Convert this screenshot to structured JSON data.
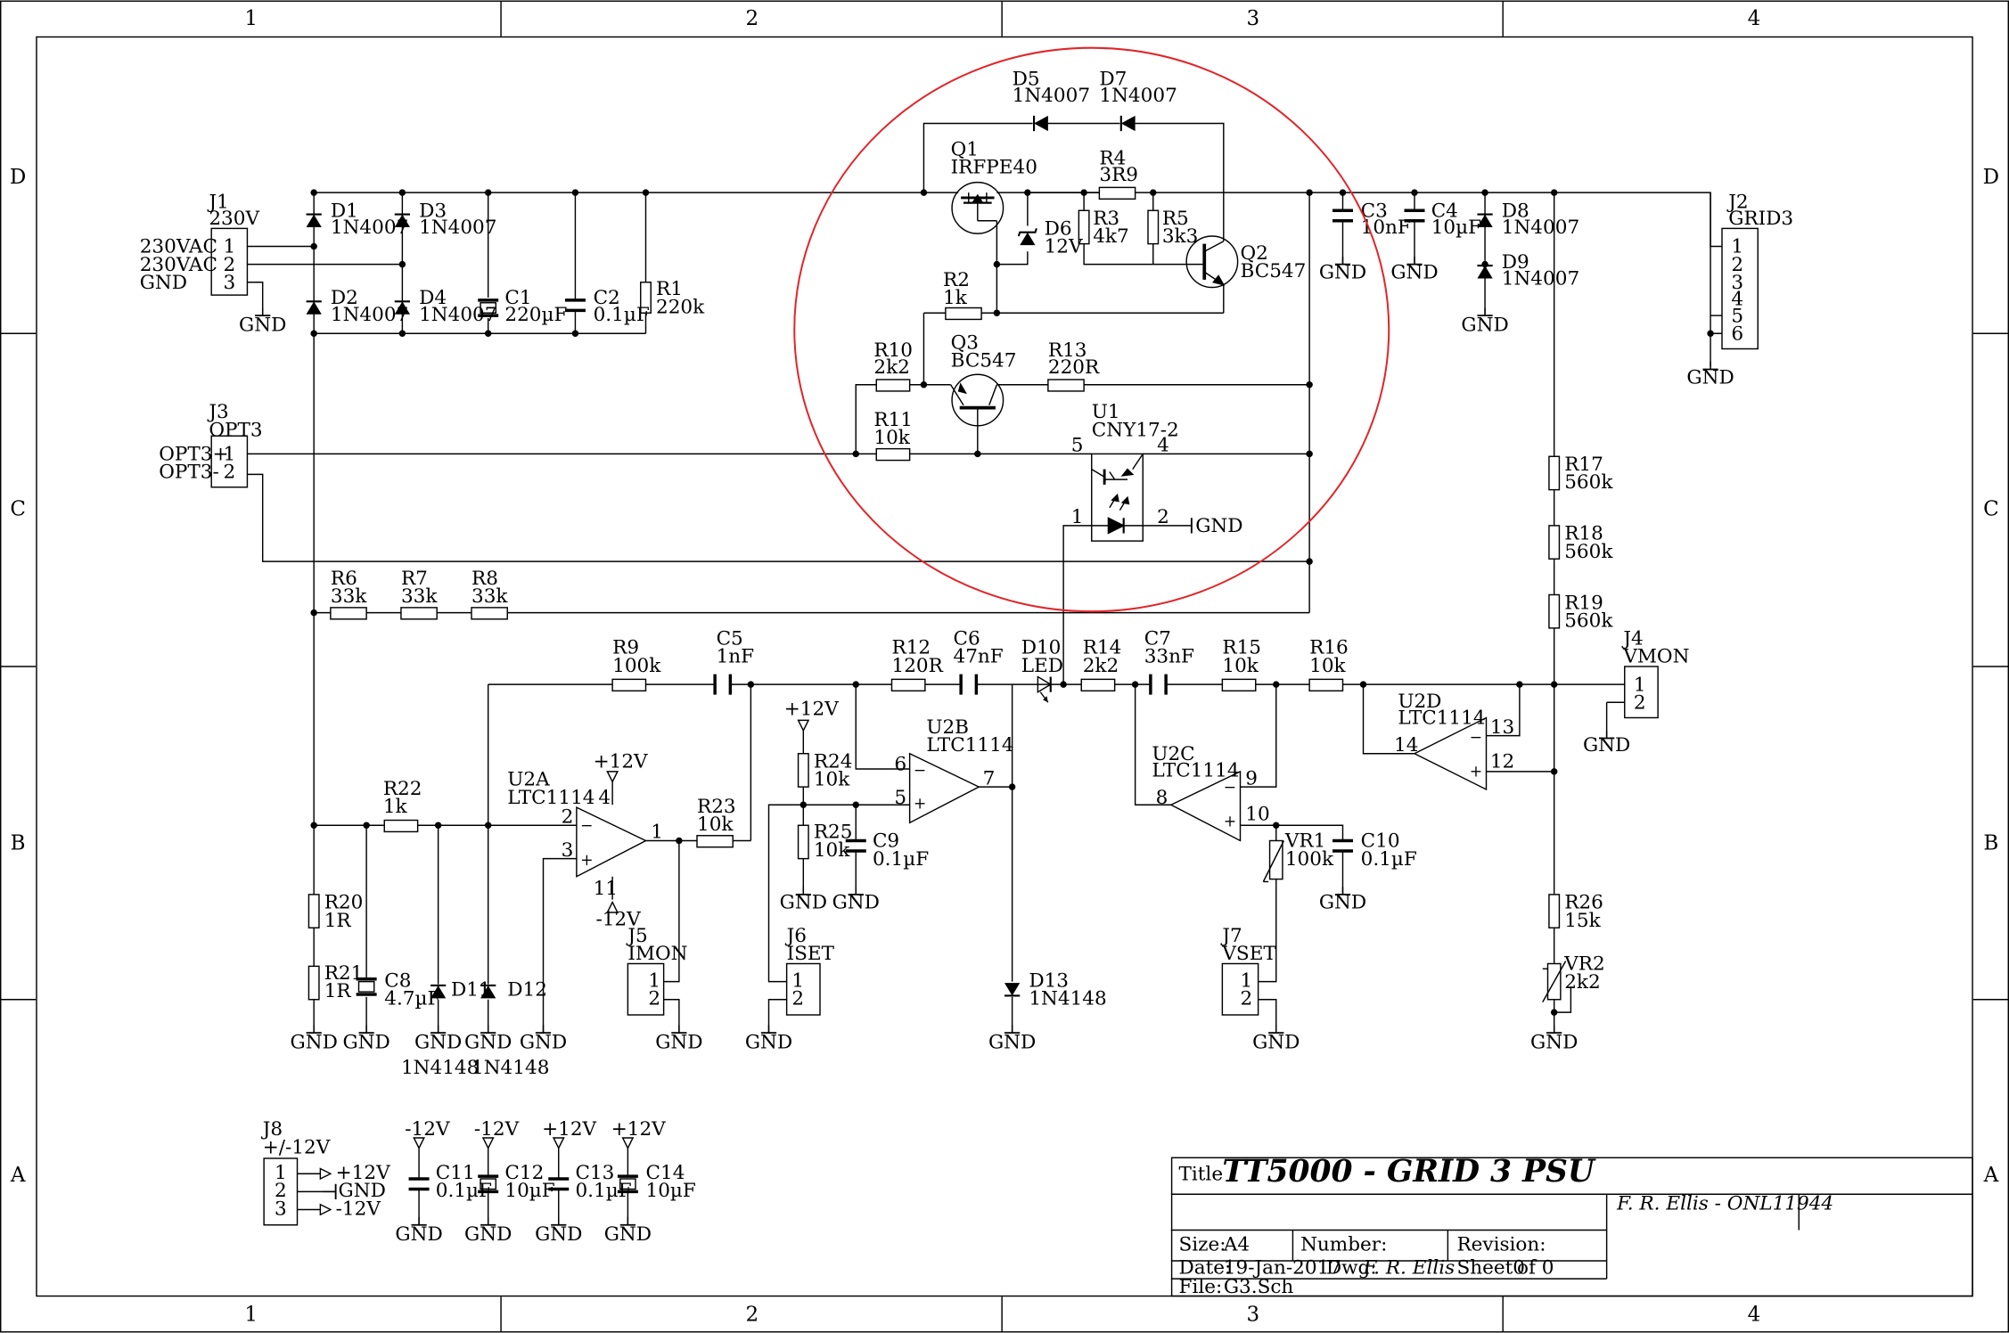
{
  "sheet": {
    "title_label": "Title",
    "title": "TT5000 - GRID 3 PSU",
    "author": "F. R. Ellis - ONL11944",
    "size_label": "Size:",
    "size": "A4",
    "number_label": "Number:",
    "revision_label": "Revision:",
    "date_label": "Date:",
    "date": "19-Jan-2017",
    "dwg_label": "Dwg:",
    "dwg": "F. R. Ellis",
    "sheet_label": "Sheet0",
    "of_label": "of 0",
    "file_label": "File:",
    "file": "G3.Sch"
  },
  "zones": {
    "columns": [
      "1",
      "2",
      "3",
      "4"
    ],
    "rows": [
      "D",
      "C",
      "B",
      "A"
    ]
  },
  "components": {
    "j1": {
      "ref": "J1",
      "value": "230V",
      "pins": [
        "1",
        "2",
        "3"
      ],
      "nets": [
        "230VAC",
        "230VAC",
        "GND"
      ]
    },
    "d1": {
      "ref": "D1",
      "value": "1N4007"
    },
    "d2": {
      "ref": "D2",
      "value": "1N4007"
    },
    "d3": {
      "ref": "D3",
      "value": "1N4007"
    },
    "d4": {
      "ref": "D4",
      "value": "1N4007"
    },
    "c1": {
      "ref": "C1",
      "value": "220µF"
    },
    "c2": {
      "ref": "C2",
      "value": "0.1µF"
    },
    "r1": {
      "ref": "R1",
      "value": "220k"
    },
    "q1": {
      "ref": "Q1",
      "value": "IRFPE40"
    },
    "d5": {
      "ref": "D5",
      "value": "1N4007"
    },
    "d7": {
      "ref": "D7",
      "value": "1N4007"
    },
    "r4": {
      "ref": "R4",
      "value": "3R9"
    },
    "d6": {
      "ref": "D6",
      "value": "12V"
    },
    "r3": {
      "ref": "R3",
      "value": "4k7"
    },
    "r5": {
      "ref": "R5",
      "value": "3k3"
    },
    "q2": {
      "ref": "Q2",
      "value": "BC547"
    },
    "r2": {
      "ref": "R2",
      "value": "1k"
    },
    "r10": {
      "ref": "R10",
      "value": "2k2"
    },
    "q3": {
      "ref": "Q3",
      "value": "BC547"
    },
    "r13": {
      "ref": "R13",
      "value": "220R"
    },
    "r11": {
      "ref": "R11",
      "value": "10k"
    },
    "u1": {
      "ref": "U1",
      "value": "CNY17-2",
      "pins": [
        "5",
        "4",
        "1",
        "2"
      ]
    },
    "c3": {
      "ref": "C3",
      "value": "10nF"
    },
    "c4": {
      "ref": "C4",
      "value": "10µF"
    },
    "d8": {
      "ref": "D8",
      "value": "1N4007"
    },
    "d9": {
      "ref": "D9",
      "value": "1N4007"
    },
    "j2": {
      "ref": "J2",
      "value": "GRID3",
      "pins": [
        "1",
        "2",
        "3",
        "4",
        "5",
        "6"
      ]
    },
    "j3": {
      "ref": "J3",
      "value": "OPT3",
      "pins": [
        "1",
        "2"
      ],
      "nets": [
        "OPT3+",
        "OPT3-"
      ]
    },
    "r6": {
      "ref": "R6",
      "value": "33k"
    },
    "r7": {
      "ref": "R7",
      "value": "33k"
    },
    "r8": {
      "ref": "R8",
      "value": "33k"
    },
    "r17": {
      "ref": "R17",
      "value": "560k"
    },
    "r18": {
      "ref": "R18",
      "value": "560k"
    },
    "r19": {
      "ref": "R19",
      "value": "560k"
    },
    "r9": {
      "ref": "R9",
      "value": "100k"
    },
    "c5": {
      "ref": "C5",
      "value": "1nF"
    },
    "r12": {
      "ref": "R12",
      "value": "120R"
    },
    "c6": {
      "ref": "C6",
      "value": "47nF"
    },
    "d10": {
      "ref": "D10",
      "value": "LED"
    },
    "r14": {
      "ref": "R14",
      "value": "2k2"
    },
    "c7": {
      "ref": "C7",
      "value": "33nF"
    },
    "r15": {
      "ref": "R15",
      "value": "10k"
    },
    "r16": {
      "ref": "R16",
      "value": "10k"
    },
    "j4": {
      "ref": "J4",
      "value": "VMON",
      "pins": [
        "1",
        "2"
      ]
    },
    "u2d": {
      "ref": "U2D",
      "value": "LTC1114",
      "pins": [
        "13",
        "14",
        "12"
      ]
    },
    "u2b": {
      "ref": "U2B",
      "value": "LTC1114",
      "pins": [
        "6",
        "7",
        "5"
      ]
    },
    "r24": {
      "ref": "R24",
      "value": "10k"
    },
    "r25": {
      "ref": "R25",
      "value": "10k"
    },
    "c9": {
      "ref": "C9",
      "value": "0.1µF"
    },
    "u2a": {
      "ref": "U2A",
      "value": "LTC1114",
      "pins": [
        "2",
        "1",
        "3",
        "4",
        "11"
      ]
    },
    "r22": {
      "ref": "R22",
      "value": "1k"
    },
    "r23": {
      "ref": "R23",
      "value": "10k"
    },
    "u2c": {
      "ref": "U2C",
      "value": "LTC1114",
      "pins": [
        "9",
        "8",
        "10"
      ]
    },
    "vr1": {
      "ref": "VR1",
      "value": "100k"
    },
    "c10": {
      "ref": "C10",
      "value": "0.1µF"
    },
    "r20": {
      "ref": "R20",
      "value": "1R"
    },
    "r21": {
      "ref": "R21",
      "value": "1R"
    },
    "c8": {
      "ref": "C8",
      "value": "4.7µF"
    },
    "d11": {
      "ref": "D11",
      "value": "1N4148"
    },
    "d12": {
      "ref": "D12",
      "value": "1N4148"
    },
    "j5": {
      "ref": "J5",
      "value": "IMON",
      "pins": [
        "1",
        "2"
      ]
    },
    "j6": {
      "ref": "J6",
      "value": "ISET",
      "pins": [
        "1",
        "2"
      ]
    },
    "d13": {
      "ref": "D13",
      "value": "1N4148"
    },
    "j7": {
      "ref": "J7",
      "value": "VSET",
      "pins": [
        "1",
        "2"
      ]
    },
    "r26": {
      "ref": "R26",
      "value": "15k"
    },
    "vr2": {
      "ref": "VR2",
      "value": "2k2"
    },
    "j8": {
      "ref": "J8",
      "value": "+/-12V",
      "pins": [
        "1",
        "2",
        "3"
      ],
      "nets": [
        "+12V",
        "GND",
        "-12V"
      ]
    },
    "c11": {
      "ref": "C11",
      "value": "0.1µF"
    },
    "c12": {
      "ref": "C12",
      "value": "10µF"
    },
    "c13": {
      "ref": "C13",
      "value": "0.1µF"
    },
    "c14": {
      "ref": "C14",
      "value": "10µF"
    }
  },
  "nets": {
    "gnd": "GND",
    "p12": "+12V",
    "m12": "-12V"
  },
  "colors": {
    "ink": "#000000",
    "highlight_circle": "#e0262a",
    "background": "#ffffff"
  }
}
